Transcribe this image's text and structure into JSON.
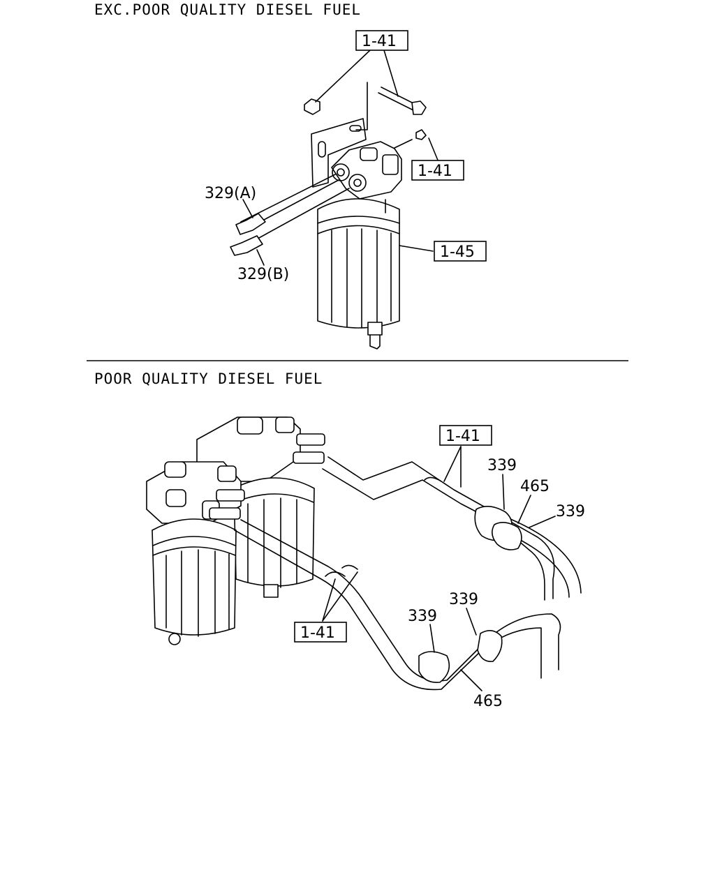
{
  "sections": {
    "top": {
      "title": "EXC.POOR QUALITY DIESEL FUEL"
    },
    "bottom": {
      "title": "POOR QUALITY DIESEL FUEL"
    }
  },
  "callouts": {
    "top_box_bolts": "1-41",
    "top_box_plug": "1-41",
    "top_box_filter": "1-45",
    "top_connector_a": "329(A)",
    "top_connector_b": "329(B)",
    "bottom_box_upper": "1-41",
    "bottom_box_lower": "1-41",
    "bottom_clamp_upper_1": "339",
    "bottom_hose_upper": "465",
    "bottom_clamp_upper_2": "339",
    "bottom_clamp_lower_1": "339",
    "bottom_clamp_lower_2": "339",
    "bottom_hose_lower": "465"
  }
}
